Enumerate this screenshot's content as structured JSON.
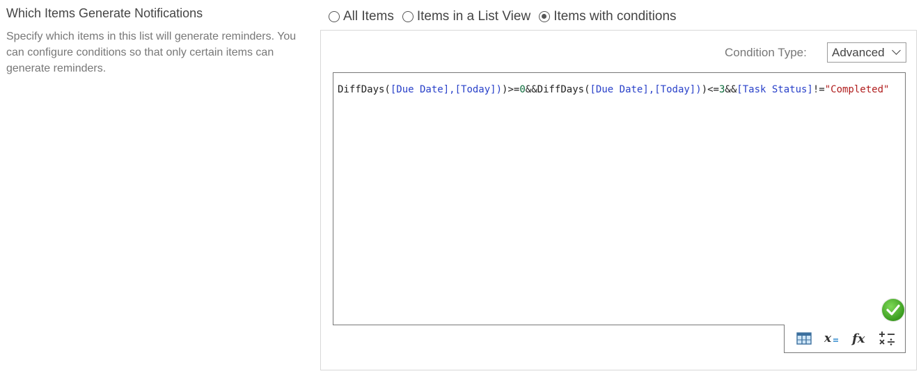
{
  "section": {
    "title": "Which Items Generate Notifications",
    "description": "Specify which items in this list will generate reminders. You can configure conditions so that only certain items can generate reminders."
  },
  "options": [
    {
      "label": "All Items",
      "checked": false
    },
    {
      "label": "Items in a List View",
      "checked": false
    },
    {
      "label": "Items with conditions",
      "checked": true
    }
  ],
  "condition": {
    "label": "Condition Type:",
    "selected": "Advanced"
  },
  "editor": {
    "tokens": [
      {
        "t": "DiffDays(",
        "c": "fn"
      },
      {
        "t": "[Due Date]",
        "c": "field"
      },
      {
        "t": ",",
        "c": "field"
      },
      {
        "t": "[Today]",
        "c": "field"
      },
      {
        "t": ")",
        "c": "field"
      },
      {
        "t": ")>=",
        "c": "op"
      },
      {
        "t": "0",
        "c": "num"
      },
      {
        "t": "&&DiffDays(",
        "c": "fn"
      },
      {
        "t": "[Due Date]",
        "c": "field"
      },
      {
        "t": ",",
        "c": "field"
      },
      {
        "t": "[Today]",
        "c": "field"
      },
      {
        "t": ")",
        "c": "field"
      },
      {
        "t": ")<=",
        "c": "op"
      },
      {
        "t": "3",
        "c": "num"
      },
      {
        "t": "&&",
        "c": "op"
      },
      {
        "t": "[Task Status]",
        "c": "field"
      },
      {
        "t": "!=",
        "c": "op"
      },
      {
        "t": "\"Completed\"",
        "c": "str"
      }
    ]
  },
  "icons": {
    "valid": "check-circle-icon",
    "columns": "table-columns-icon",
    "variable": "variable-icon",
    "function": "function-icon",
    "operators": "operators-icon"
  },
  "colors": {
    "field": "#2941c9",
    "number": "#0a6b3a",
    "string": "#b01d1d",
    "valid": "#3a9b1f"
  }
}
